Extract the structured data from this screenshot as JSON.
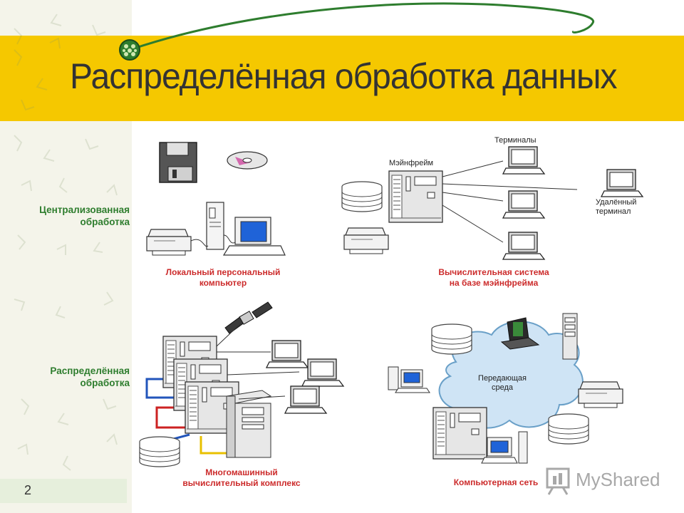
{
  "slide": {
    "title": "Распределённая обработка данных",
    "page_number": "2"
  },
  "labels": {
    "centralized": [
      "Централизованная",
      "обработка"
    ],
    "distributed": [
      "Распределённая",
      "обработка"
    ],
    "local_pc": [
      "Локальный персональный",
      "компьютер"
    ],
    "mainframe_system": [
      "Вычислительная система",
      "на базе мэйнфрейма"
    ],
    "multi_machine": [
      "Многомашинный",
      "вычислительный комплекс"
    ],
    "computer_network": "Компьютерная сеть",
    "terminals": "Терминалы",
    "mainframe": "Мэйнфрейм",
    "remote_terminal": [
      "Удалённый",
      "терминал"
    ],
    "transmission_medium": [
      "Передающая",
      "среда"
    ]
  },
  "watermark": {
    "text": "MyShared",
    "icon": "presentation-board-icon"
  },
  "colors": {
    "title_band": "#f5c800",
    "side_label": "#2e7d2e",
    "caption": "#cc2b2b",
    "cloud": "#cfe4f5",
    "screen": "#1f63d8"
  }
}
